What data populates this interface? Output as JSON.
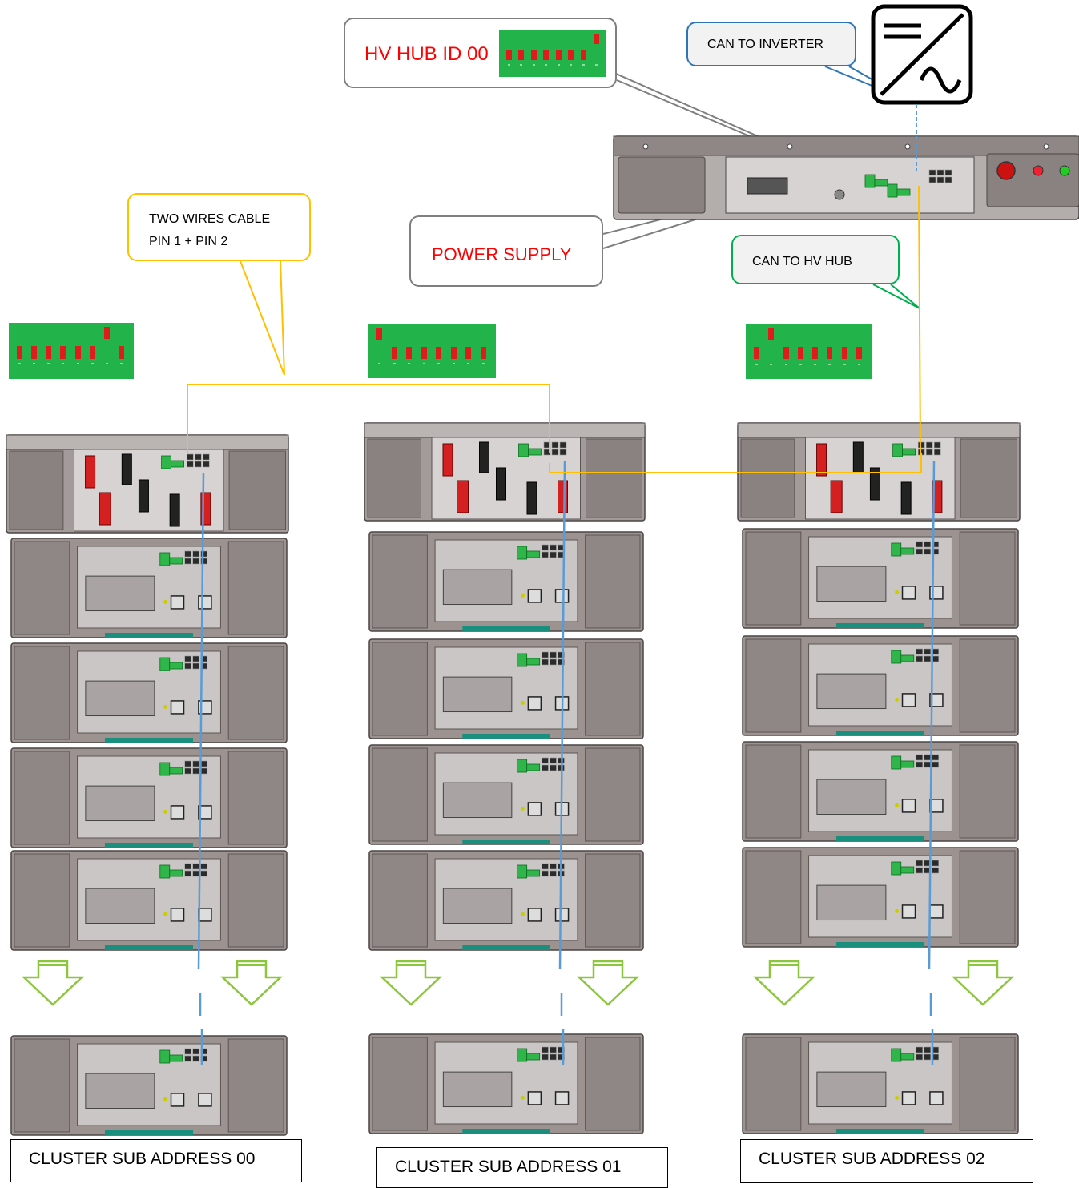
{
  "hub": {
    "id_label": "HV HUB ID 00",
    "power_supply_label": "POWER SUPPLY",
    "id_dip_up": [
      7
    ]
  },
  "callouts": {
    "can_to_inverter": "CAN TO INVERTER",
    "can_to_hv_hub": "CAN TO HV HUB",
    "two_wires_line1": "TWO WIRES CABLE",
    "two_wires_line2": "PIN 1 + PIN 2"
  },
  "clusters": [
    {
      "label": "CLUSTER SUB ADDRESS 00",
      "dip_up": [
        6
      ]
    },
    {
      "label": "CLUSTER SUB ADDRESS 01",
      "dip_up": [
        0
      ]
    },
    {
      "label": "CLUSTER SUB ADDRESS 02",
      "dip_up": [
        1
      ]
    }
  ],
  "colors": {
    "dip_board": "#22b34a",
    "dip_switch": "#e01b1b",
    "two_wire_cable": "#ffc000",
    "can_cable": "#5b9bd5",
    "hub_label": "#ff0000",
    "hub_callout_border": "#7f7f7f",
    "can_inverter_border": "#2e75b6",
    "can_hub_border": "#00b050",
    "battery_body": "#9c9290",
    "battery_panel": "#c9c6c5",
    "arrow_green": "#8cc63f"
  },
  "icons": [
    "inverter-icon",
    "down-arrow-icon",
    "dip-switch-icon",
    "rj45-port-icon",
    "connector-icon"
  ]
}
